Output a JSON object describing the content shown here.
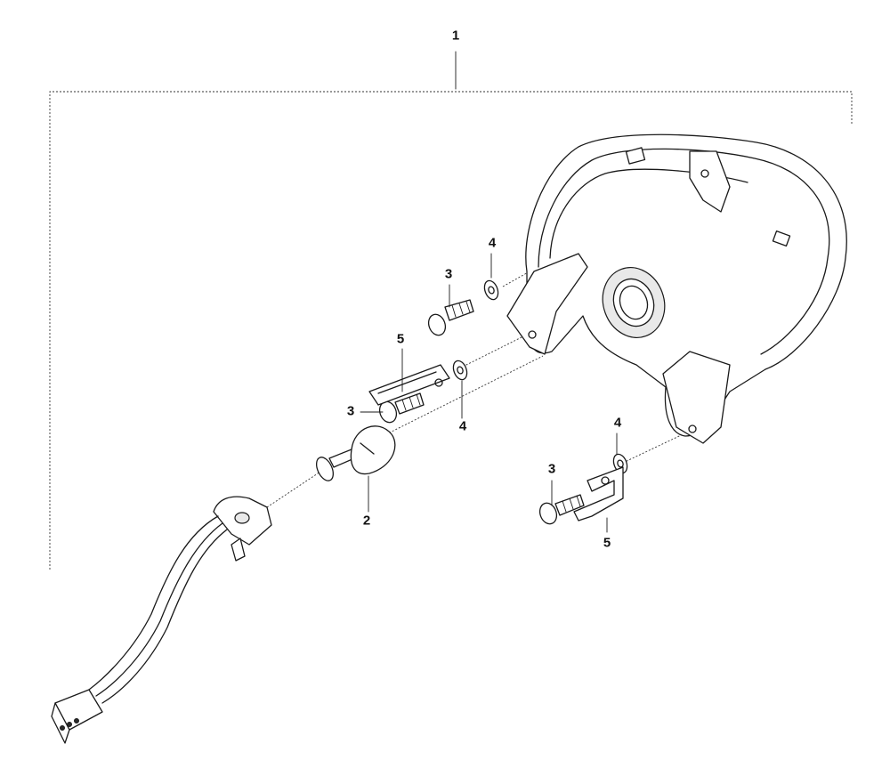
{
  "callouts": {
    "assembly": "1",
    "bulb": "2",
    "screw_upper": "3",
    "screw_middle": "3",
    "screw_lower": "3",
    "washer_upper": "4",
    "washer_middle": "4",
    "washer_lower": "4",
    "bracket_upper": "5",
    "bracket_lower": "5"
  }
}
